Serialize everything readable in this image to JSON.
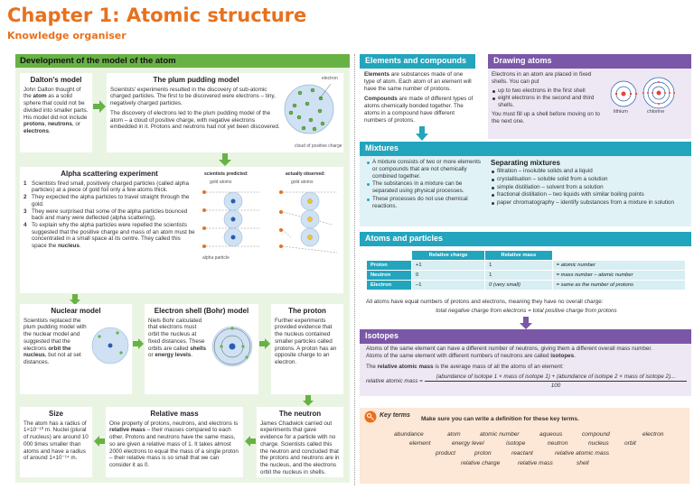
{
  "header": {
    "title": "Chapter 1: Atomic structure",
    "subtitle": "Knowledge organiser"
  },
  "development": {
    "heading": "Development of the model of the atom",
    "dalton": {
      "title": "Dalton's model",
      "text_a": "John Dalton thought of the ",
      "text_b": "atom",
      "text_c": " as a solid sphere that could not be divided into smaller parts. His model did not include ",
      "text_d": "protons",
      "text_e": ", ",
      "text_f": "neutrons",
      "text_g": ", or ",
      "text_h": "electrons",
      "text_i": "."
    },
    "plum": {
      "title": "The plum pudding model",
      "p1": "Scientists' experiments resulted in the discovery of sub-atomic charged particles. The first to be discovered were electrons – tiny, negatively charged particles.",
      "p2": "The discovery of electrons led to the plum pudding model of the atom – a cloud of positive charge, with negative electrons embedded in it. Protons and neutrons had not yet been discovered.",
      "label_electron": "electron",
      "label_cloud": "cloud of positive charge"
    },
    "alpha": {
      "title": "Alpha scattering experiment",
      "items": [
        "Scientists fired small, positively charged particles (called alpha particles) at a piece of gold foil only a few atoms thick.",
        "They expected the alpha particles to travel straight through the gold.",
        "They were surprised that some of the alpha particles bounced back and many were deflected (alpha scattering).",
        "To explain why the alpha particles were repelled the scientists suggested that the positive charge and mass of an atom must be concentrated in a small space at its centre. They called this space the "
      ],
      "nums": [
        "1",
        "2",
        "3",
        "4"
      ],
      "nucleus_word": "nucleus",
      "period": ".",
      "predicted": "scientists predicted:",
      "observed": "actually observed:",
      "gold_atoms_1": "gold atoms",
      "gold_atoms_2": "gold atoms",
      "alpha_particle": "alpha particle"
    },
    "nuclear": {
      "title": "Nuclear model",
      "text_a": "Scientists replaced the plum pudding model with the nuclear model and suggested that the electrons ",
      "text_b": "orbit the nucleus",
      "text_c": ", but not at set distances."
    },
    "bohr": {
      "title": "Electron shell (Bohr) model",
      "text_a": "Niels Bohr calculated that electrons must orbit the nucleus at fixed distances. These orbits are called ",
      "text_b": "shells",
      "text_c": " or ",
      "text_d": "energy levels",
      "text_e": "."
    },
    "proton": {
      "title": "The proton",
      "text": "Further experiments provided evidence that the nucleus contained smaller particles called protons. A proton has an opposite charge to an electron."
    },
    "size": {
      "title": "Size",
      "text": "The atom has a radius of 1×10⁻¹⁰ m. Nuclei (plural of nucleus) are around 10 000 times smaller than atoms and have a radius of around 1×10⁻¹⁴ m."
    },
    "relmass": {
      "title": "Relative mass",
      "text_a": "One property of protons, neutrons, and electrons is ",
      "text_b": "relative mass",
      "text_c": " – their masses compared to each other. Protons and neutrons have the same mass, so are given a relative mass of 1. It takes almost 2000 electrons to equal the mass of a single proton – their relative mass is so small that we can consider it as 0."
    },
    "neutron": {
      "title": "The neutron",
      "text": "James Chadwick carried out experiments that gave evidence for a particle with no charge. Scientists called this the neutron and concluded that the protons and neutrons are in the nucleus, and the electrons orbit the nucleus in shells."
    }
  },
  "elements": {
    "heading": "Elements and compounds",
    "p1_b": "Elements",
    "p1": " are substances made of one type of atom. Each atom of an element will have the same number of protons.",
    "p2_b": "Compounds",
    "p2": " are made of different types of atoms chemically bonded together. The atoms in a compound have different numbers of protons."
  },
  "drawing": {
    "heading": "Drawing atoms",
    "intro": "Electrons in an atom are placed in fixed shells. You can put",
    "items": [
      "up to two electrons in the first shell",
      "eight electrons in the second and third shells."
    ],
    "outro": "You must fill up a shell before moving on to the next one.",
    "lithium": "lithium",
    "chlorine": "chlorine"
  },
  "mixtures": {
    "heading": "Mixtures",
    "left_items": [
      "A mixture consists of two or more elements or compounds that are not chemically combined together.",
      "The substances in a mixture can be separated using physical processes.",
      "These processes do not use chemical reactions."
    ],
    "sep_title": "Separating mixtures",
    "sep_items": [
      "filtration – insoluble solids and a liquid",
      "crystallisation – soluble solid from a solution",
      "simple distillation – solvent from a solution",
      "fractional distillation – two liquids with similar boiling points",
      "paper chromatography – identify substances from a mixture in solution"
    ]
  },
  "atoms": {
    "heading": "Atoms and particles",
    "col_charge": "Relative charge",
    "col_mass": "Relative mass",
    "rows": [
      {
        "name": "Proton",
        "charge": "+1",
        "mass": "1",
        "note": "= atomic number"
      },
      {
        "name": "Neutron",
        "charge": "0",
        "mass": "1",
        "note": "= mass number – atomic number"
      },
      {
        "name": "Electron",
        "charge": "–1",
        "mass": "0 (very small)",
        "note": "= same as the number of protons"
      }
    ],
    "line1": "All atoms have equal numbers of protons and electrons, meaning they have no overall charge:",
    "line2": "total negative charge from electrons = total positive charge from protons"
  },
  "isotopes": {
    "heading": "Isotopes",
    "p1": "Atoms of the same element can have a different number of neutrons, giving them a different overall mass number.",
    "p2a": "Atoms of the same element with different numbers of neutrons are called ",
    "p2b": "isotopes",
    "p2c": ".",
    "p3a": "The ",
    "p3b": "relative atomic mass",
    "p3c": " is the average mass of all the atoms of an element:",
    "formula_lhs": "relative atomic mass =",
    "formula_num": "(abundance of isotope 1 × mass of isotope 1) + (abundance of isotope 2 × mass of isotope 2)...",
    "formula_den": "100"
  },
  "keyterms": {
    "label": "Key terms",
    "instruction": "Make sure you can write a definition for these key terms.",
    "row1": [
      "abundance",
      "atom",
      "atomic number",
      "aqueous",
      "compound",
      "electron"
    ],
    "row2": [
      "element",
      "energy level",
      "isotope",
      "neutron",
      "nucleus",
      "orbit"
    ],
    "row3": [
      "product",
      "proton",
      "reactant",
      "relative atomic mass"
    ],
    "row4": [
      "relative charge",
      "relative mass",
      "shell"
    ]
  },
  "colors": {
    "orange": "#e8711c",
    "green": "#68b245",
    "teal": "#22a5bd",
    "purple": "#7b57a8"
  }
}
